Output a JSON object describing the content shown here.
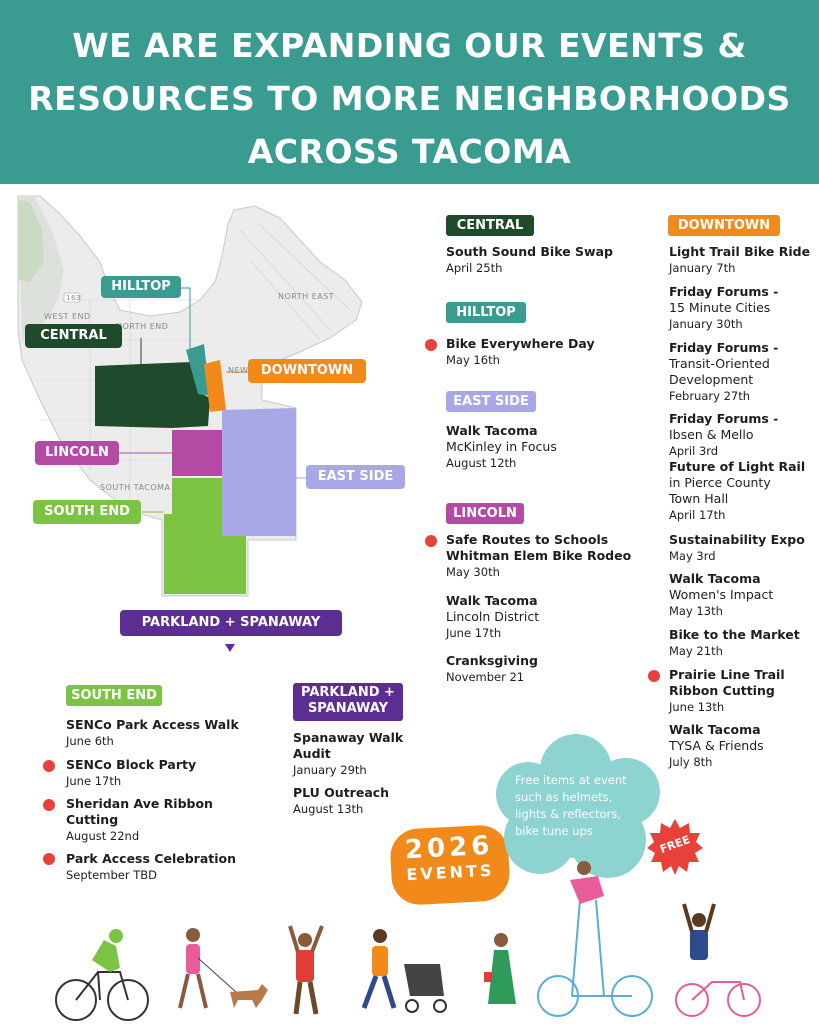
{
  "banner": {
    "lines": [
      "WE ARE EXPANDING OUR EVENTS &",
      "RESOURCES TO MORE NEIGHBORHOODS",
      "ACROSS TACOMA"
    ]
  },
  "map": {
    "labels": {
      "west_end": "WEST END",
      "north_end": "NORTH END",
      "north_east": "NORTH EAST",
      "new": "NEW",
      "south_tacoma": "SOUTH TACOMA",
      "hwy": "163"
    },
    "tags": {
      "hilltop": "HILLTOP",
      "central": "CENTRAL",
      "downtown": "DOWNTOWN",
      "lincoln": "LINCOLN",
      "east_side": "EAST SIDE",
      "south_end": "SOUTH END",
      "parkland": "PARKLAND + SPANAWAY"
    }
  },
  "colors": {
    "teal": "#3a9b91",
    "central": "#1f4a2c",
    "hilltop": "#3a9b91",
    "downtown": "#f2891b",
    "lincoln": "#b44aa4",
    "east_side": "#a8a8e6",
    "south_end": "#7cc243",
    "parkland": "#5c2e91",
    "dot": "#e8413c",
    "cloud": "#8dd3cf"
  },
  "sections": {
    "central": {
      "tag": "CENTRAL",
      "events": [
        {
          "title": "South Sound Bike Swap",
          "date": "April 25th"
        }
      ]
    },
    "hilltop": {
      "tag": "HILLTOP",
      "events": [
        {
          "title": "Bike Everywhere Day",
          "date": "May 16th"
        }
      ]
    },
    "east_side": {
      "tag": "EAST SIDE",
      "events": [
        {
          "title": "Walk Tacoma",
          "sub": "McKinley in Focus",
          "date": "August 12th"
        }
      ]
    },
    "lincoln": {
      "tag": "LINCOLN",
      "events": [
        {
          "title": "Safe Routes to Schools",
          "title2": "Whitman Elem Bike Rodeo",
          "date": "May 30th"
        },
        {
          "title": "Walk Tacoma",
          "sub": "Lincoln District",
          "date": "June 17th"
        },
        {
          "title": "Cranksgiving",
          "date": "November 21"
        }
      ]
    },
    "downtown": {
      "tag": "DOWNTOWN",
      "events": [
        {
          "title": "Light Trail Bike Ride",
          "date": "January 7th"
        },
        {
          "title": "Friday Forums -",
          "sub": "15 Minute Cities",
          "date": "January 30th"
        },
        {
          "title": "Friday Forums -",
          "sub": "Transit-Oriented",
          "sub2": "Development",
          "date": "February 27th"
        },
        {
          "title": "Friday Forums -",
          "sub": "Ibsen & Mello",
          "date": "April 3rd"
        },
        {
          "title": "Future of Light Rail",
          "sub": "in Pierce County",
          "sub2": "Town Hall",
          "date": "April 17th"
        },
        {
          "title": "Sustainability Expo",
          "date": "May 3rd"
        },
        {
          "title": "Walk Tacoma",
          "sub": "Women's Impact",
          "date": "May 13th"
        },
        {
          "title": "Bike to the Market",
          "date": "May 21th"
        },
        {
          "title": "Prairie Line Trail",
          "title2": "Ribbon Cutting",
          "date": "June 13th"
        },
        {
          "title": "Walk Tacoma",
          "sub": "TYSA & Friends",
          "date": "July 8th"
        }
      ]
    },
    "south_end": {
      "tag": "SOUTH END",
      "events": [
        {
          "title": "SENCo Park Access Walk",
          "date": "June 6th"
        },
        {
          "title": "SENCo Block Party",
          "date": "June 17th"
        },
        {
          "title": "Sheridan Ave Ribbon",
          "title2": "Cutting",
          "date": "August 22nd"
        },
        {
          "title": "Park Access Celebration",
          "date": "September TBD"
        }
      ]
    },
    "parkland": {
      "tag_line1": "PARKLAND +",
      "tag_line2": "SPANAWAY",
      "events": [
        {
          "title": "Spanaway Walk",
          "title2": "Audit",
          "date": "January 29th"
        },
        {
          "title": "PLU Outreach",
          "date": "August 13th"
        }
      ]
    }
  },
  "badge": {
    "year": "2026",
    "label": "EVENTS"
  },
  "cloud": {
    "lines": [
      "Free items at event",
      "such as helmets,",
      "lights & reflectors,",
      "bike tune ups"
    ]
  },
  "free_badge": "FREE"
}
